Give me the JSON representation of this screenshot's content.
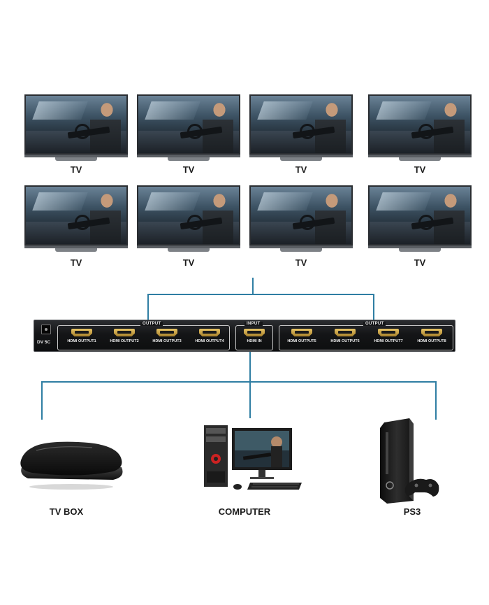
{
  "tvs": [
    {
      "label": "TV"
    },
    {
      "label": "TV"
    },
    {
      "label": "TV"
    },
    {
      "label": "TV"
    },
    {
      "label": "TV"
    },
    {
      "label": "TV"
    },
    {
      "label": "TV"
    },
    {
      "label": "TV"
    }
  ],
  "splitter": {
    "dc_label": "DV  5C",
    "output_left_title": "OUTPUT",
    "input_title": "INPUT",
    "output_right_title": "OUTPUT",
    "ports_left": [
      "HDMI OUTPUT1",
      "HDMI OUTPUT2",
      "HDMI OUTPUT3",
      "HDMI OUTPUT4"
    ],
    "port_input": "HDMI IN",
    "ports_right": [
      "HDMI OUTPUT5",
      "HDMI OUTPUT6",
      "HDMI OUTPUT7",
      "HDMI OUTPUT8"
    ]
  },
  "devices": {
    "tv_box": "TV BOX",
    "computer": "COMPUTER",
    "ps3": "PS3"
  },
  "colors": {
    "connector_line": "#2f7ea3",
    "hdmi_gold": "#d4ad4d"
  }
}
